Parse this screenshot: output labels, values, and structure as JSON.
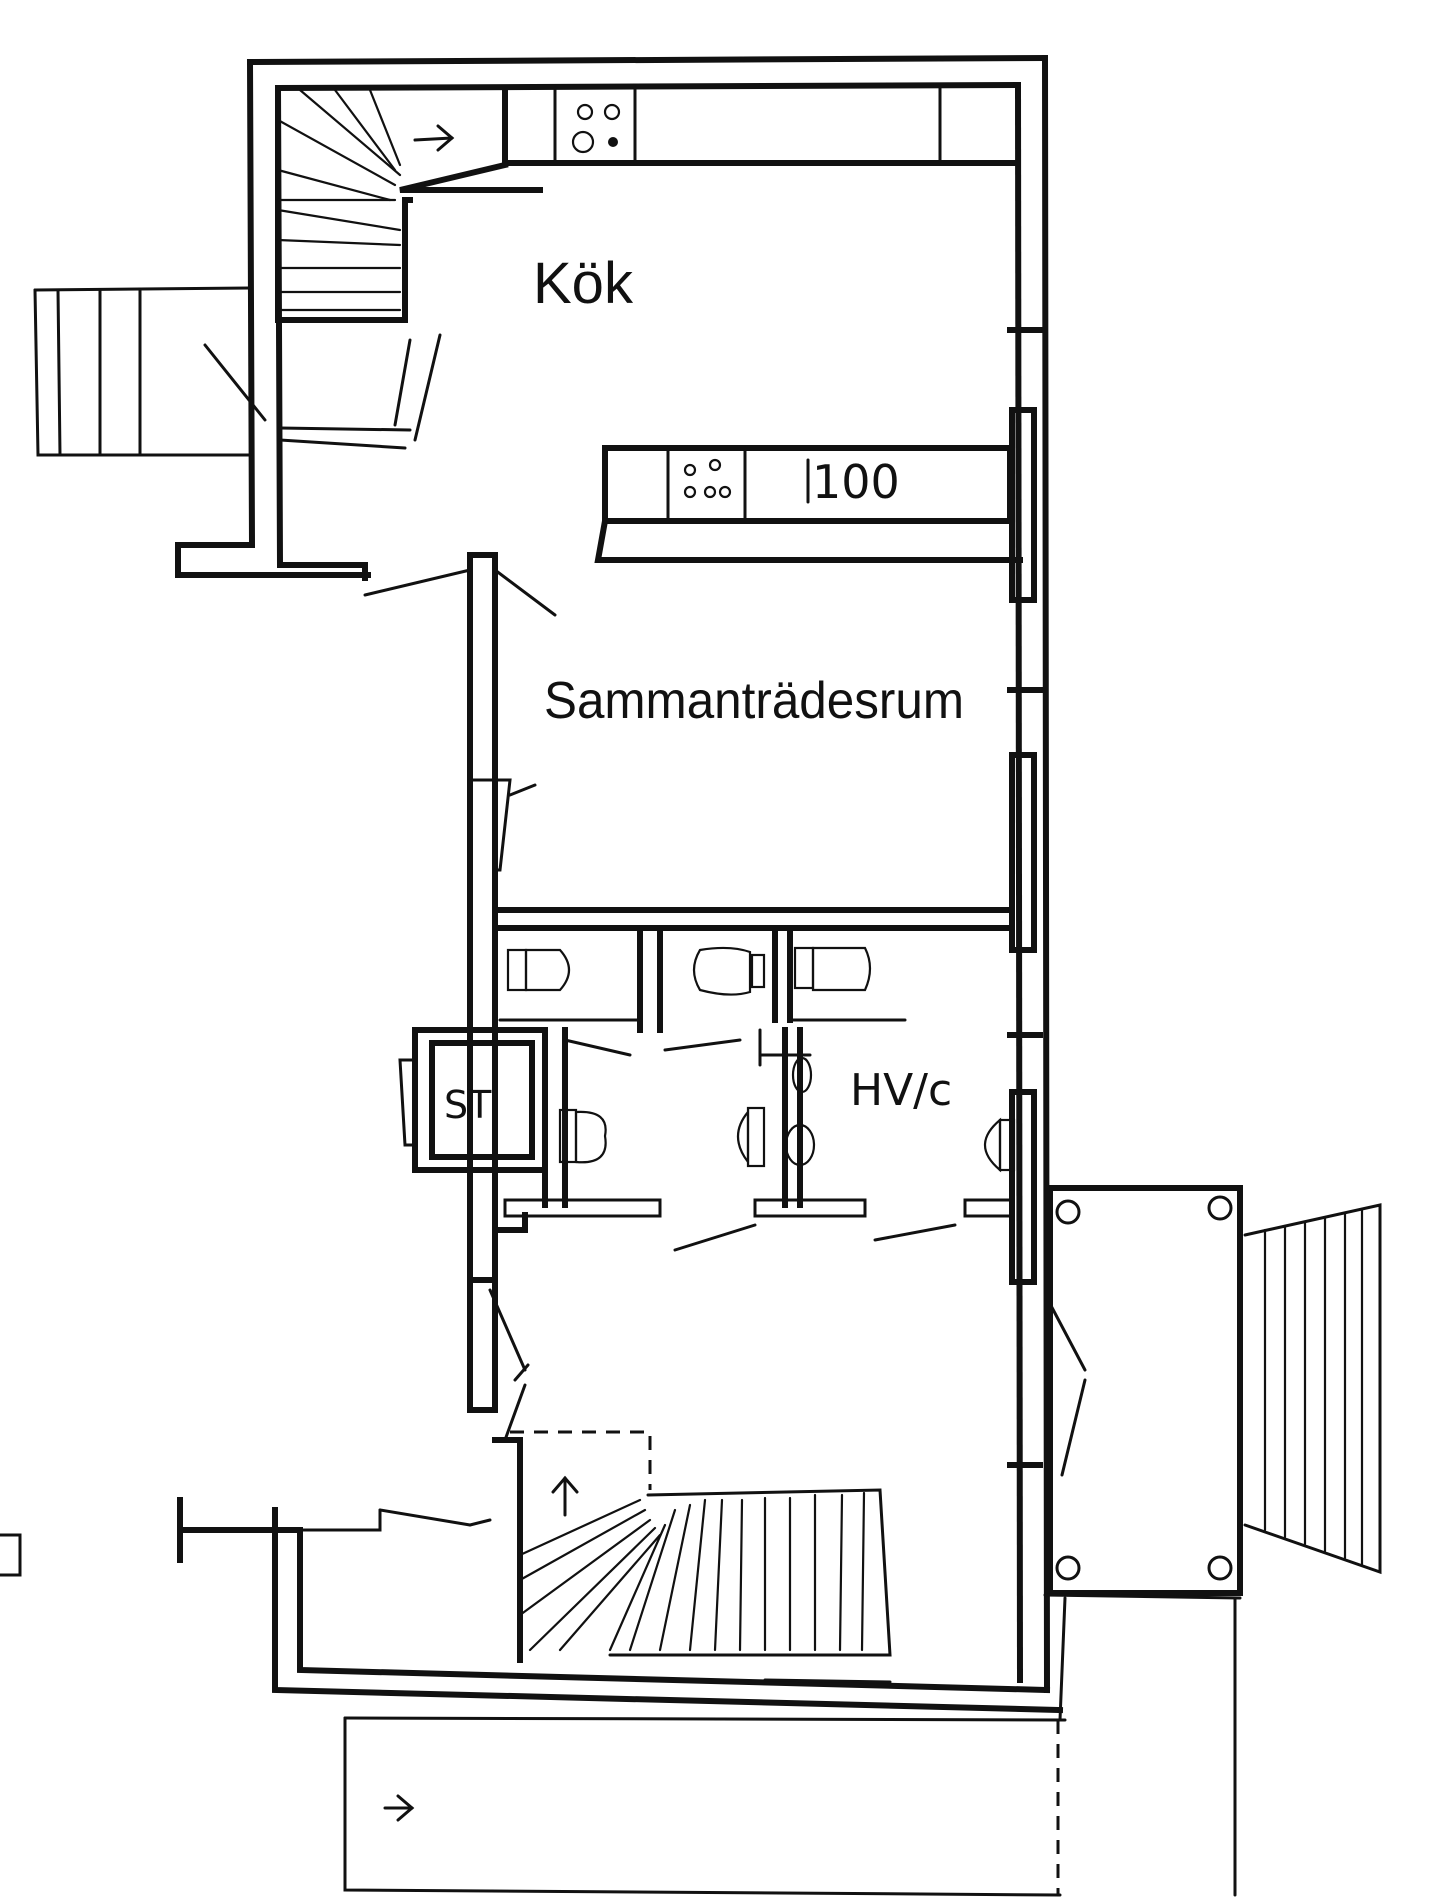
{
  "rooms": {
    "kitchen": "Kök",
    "meeting_room": "Sammanträdesrum",
    "storage": "ST",
    "wc": "HV/c"
  },
  "annotations": {
    "counter_length": "100"
  },
  "colors": {
    "ink": "#111111",
    "paper": "#ffffff"
  }
}
